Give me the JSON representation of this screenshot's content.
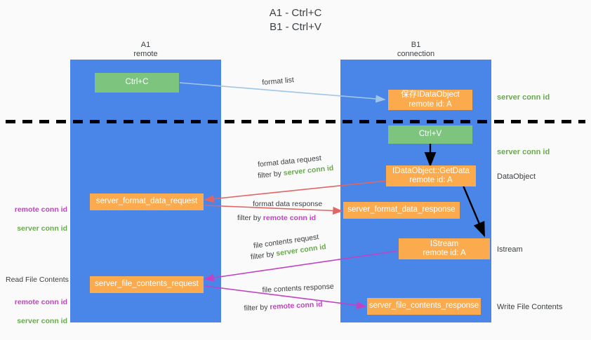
{
  "title": "A1 - Ctrl+C\nB1 - Ctrl+V",
  "lanes": [
    {
      "id": "a1",
      "header": "A1\nremote"
    },
    {
      "id": "b1",
      "header": "B1\nconnection"
    }
  ],
  "nodes": {
    "ctrl_c": "Ctrl+C",
    "save_idataobject": "保存IDataObject\nremote id: A",
    "ctrl_v": "Ctrl+V",
    "getdata": "IDataObject::GetData\nremote id: A",
    "server_format_data_request": "server_format_data_request",
    "server_format_data_response": "server_format_data_response",
    "istream": "IStream\nremote id: A",
    "server_file_contents_request": "server_file_contents_request",
    "server_file_contents_response": "server_file_contents_response"
  },
  "edge_labels": {
    "format_list": "format list",
    "format_data_request": "format data request",
    "format_data_request_filter_prefix": "filter by ",
    "format_data_request_filter_key": "server conn id",
    "format_data_response": "format data response",
    "format_data_response_filter_prefix": "filter by ",
    "format_data_response_filter_key": "remote conn id",
    "file_contents_request": "file contents request",
    "file_contents_request_filter_prefix": "filter by ",
    "file_contents_request_filter_key": "server conn id",
    "file_contents_response": "file contents response",
    "file_contents_response_filter_prefix": "filter by ",
    "file_contents_response_filter_key": "remote conn id"
  },
  "right_notes": {
    "server_conn_id_top": "server conn id",
    "server_conn_id_mid": "server conn id",
    "dataobject": "DataObject",
    "istream": "Istream",
    "write_file_contents": "Write File Contents"
  },
  "left_notes": {
    "mid_remote": "remote conn id",
    "mid_server": "server conn id",
    "read_file_contents": "Read File Contents",
    "bottom_remote": "remote conn id",
    "bottom_server": "server conn id"
  },
  "colors": {
    "lane": "#4a86e8",
    "node_orange": "#fbab4e",
    "node_green": "#7dc57f",
    "green_text": "#6aa84f",
    "magenta_text": "#c342c3",
    "arrow_light_blue": "#9fc5e8",
    "arrow_red": "#e06666",
    "arrow_black": "#000000",
    "arrow_magenta": "#c342c3",
    "background": "#fafafa"
  }
}
